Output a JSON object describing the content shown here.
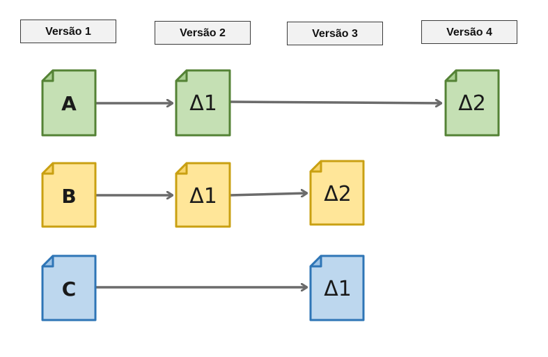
{
  "versions": [
    {
      "label": "Versão 1"
    },
    {
      "label": "Versão 2"
    },
    {
      "label": "Versão 3"
    },
    {
      "label": "Versão 4"
    }
  ],
  "colors": {
    "green_fill": "#c5e0b4",
    "green_stroke": "#548235",
    "yellow_fill": "#ffe699",
    "yellow_stroke": "#c9a012",
    "blue_fill": "#bdd7ee",
    "blue_stroke": "#2e75b6",
    "arrow": "#6b6b6b"
  },
  "rows": [
    {
      "file": "A",
      "color": "green",
      "docs": [
        {
          "label": "A",
          "version": 1
        },
        {
          "label": "Δ1",
          "version": 2
        },
        {
          "label": "Δ2",
          "version": 4
        }
      ]
    },
    {
      "file": "B",
      "color": "yellow",
      "docs": [
        {
          "label": "B",
          "version": 1
        },
        {
          "label": "Δ1",
          "version": 2
        },
        {
          "label": "Δ2",
          "version": 3
        }
      ]
    },
    {
      "file": "C",
      "color": "blue",
      "docs": [
        {
          "label": "C",
          "version": 1
        },
        {
          "label": "Δ1",
          "version": 3
        }
      ]
    }
  ]
}
